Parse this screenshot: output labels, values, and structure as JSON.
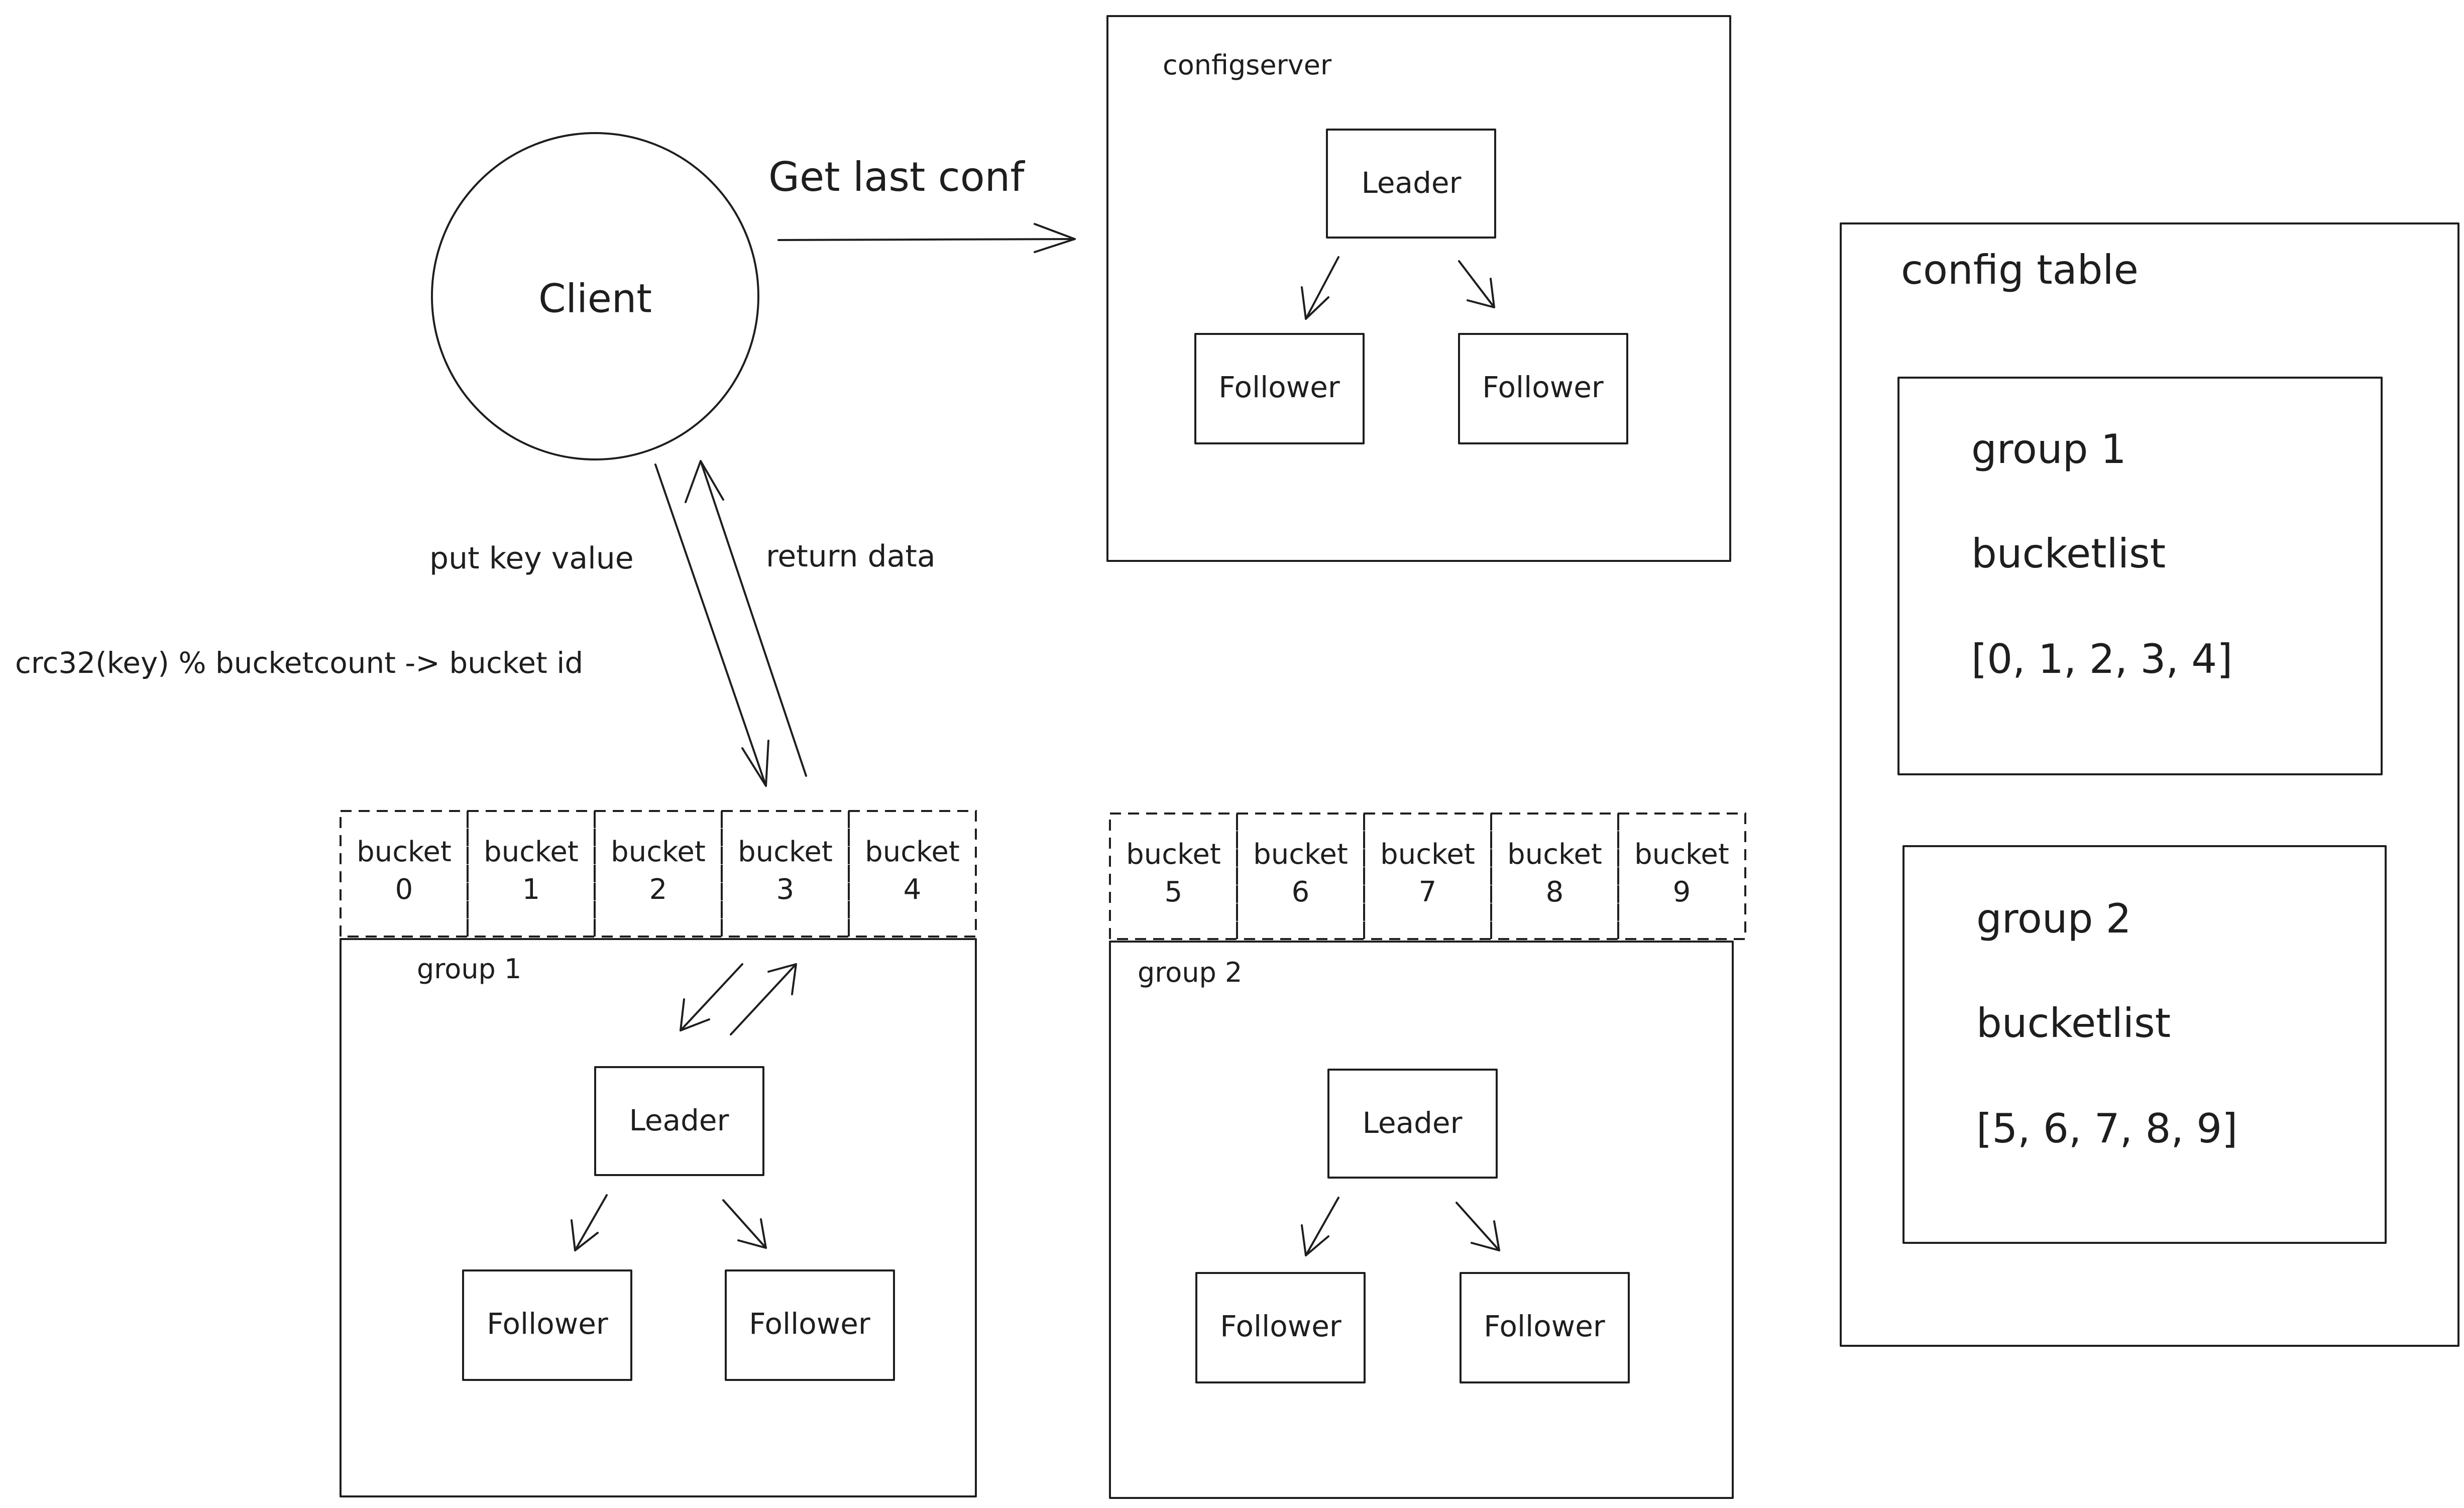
{
  "client": {
    "label": "Client"
  },
  "labels": {
    "get_last_conf": "Get last conf",
    "put_key_value": "put key value",
    "return_data": "return data",
    "hash_formula": "crc32(key) % bucketcount -> bucket id"
  },
  "configserver": {
    "title": "configserver",
    "leader": "Leader",
    "follower_a": "Follower",
    "follower_b": "Follower"
  },
  "group1": {
    "title": "group 1",
    "leader": "Leader",
    "follower_a": "Follower",
    "follower_b": "Follower",
    "buckets": [
      {
        "word": "bucket",
        "num": "0"
      },
      {
        "word": "bucket",
        "num": "1"
      },
      {
        "word": "bucket",
        "num": "2"
      },
      {
        "word": "bucket",
        "num": "3"
      },
      {
        "word": "bucket",
        "num": "4"
      }
    ]
  },
  "group2": {
    "title": "group 2",
    "leader": "Leader",
    "follower_a": "Follower",
    "follower_b": "Follower",
    "buckets": [
      {
        "word": "bucket",
        "num": "5"
      },
      {
        "word": "bucket",
        "num": "6"
      },
      {
        "word": "bucket",
        "num": "7"
      },
      {
        "word": "bucket",
        "num": "8"
      },
      {
        "word": "bucket",
        "num": "9"
      }
    ]
  },
  "config_table": {
    "title": "config table",
    "entries": [
      {
        "group": "group 1",
        "list_label": "bucketlist",
        "list": "[0, 1, 2, 3, 4]"
      },
      {
        "group": "group 2",
        "list_label": "bucketlist",
        "list": "[5, 6, 7, 8, 9]"
      }
    ]
  }
}
